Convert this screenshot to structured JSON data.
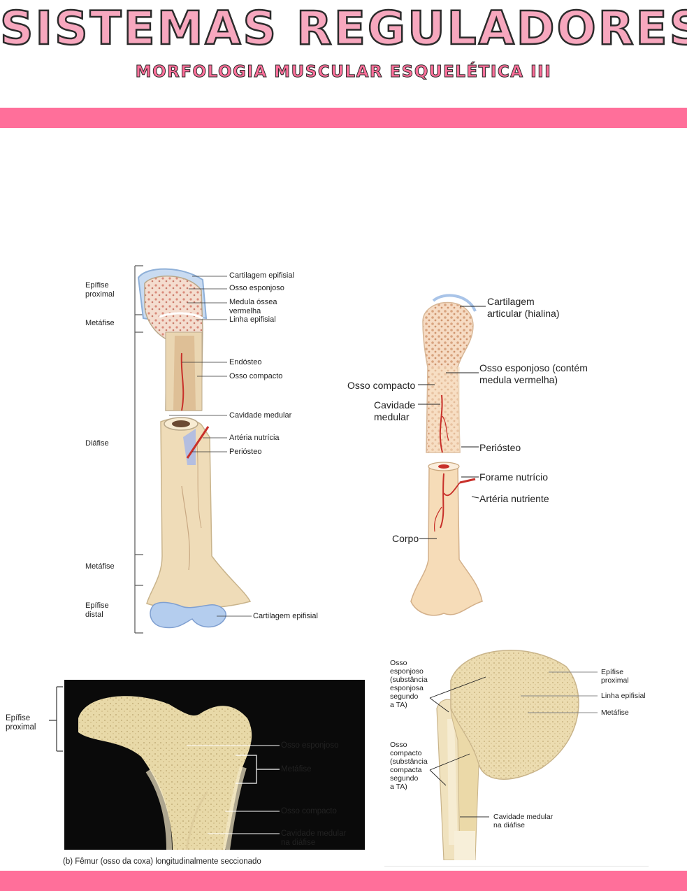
{
  "header": {
    "title": "SISTEMAS REGULADORES",
    "subtitle": "MORFOLOGIA MUSCULAR ESQUELÉTICA III"
  },
  "colors": {
    "accent": "#ff6f9a",
    "title_fill": "#f7a7be",
    "outline": "#2b2b2b",
    "bone": "#efdcb8",
    "artery": "#c8302a",
    "cartilage": "#a9c4e8",
    "photo_bg": "#0a0a0a"
  },
  "fig_a": {
    "regions": {
      "proximal_epiphysis": "Epífise\nproximal",
      "metaphysis_top": "Metáfise",
      "diaphysis": "Diáfise",
      "metaphysis_bottom": "Metáfise",
      "distal_epiphysis": "Epífise\ndistal"
    },
    "labels": {
      "epiphyseal_cartilage": "Cartilagem epifisial",
      "spongy_bone": "Osso esponjoso",
      "red_marrow": "Medula óssea\nvermelha",
      "epiphyseal_line": "Linha epifisial",
      "endosteum": "Endósteo",
      "compact_bone": "Osso compacto",
      "medullary_cavity": "Cavidade medular",
      "nutrient_artery": "Artéria nutrícia",
      "periosteum": "Periósteo",
      "epiphyseal_cartilage_distal": "Cartilagem epifisial"
    }
  },
  "fig_b": {
    "labels": {
      "articular_cartilage": "Cartilagem\narticular (hialina)",
      "spongy_bone": "Osso esponjoso (contém\nmedula vermelha)",
      "compact_bone": "Osso compacto",
      "medullary_cavity": "Cavidade\nmedular",
      "periosteum": "Periósteo",
      "nutrient_foramen": "Forame nutrício",
      "nutrient_artery": "Artéria nutriente",
      "body": "Corpo"
    }
  },
  "fig_c": {
    "bracket_label": "Epífise\nproximal",
    "labels": {
      "spongy_bone": "Osso esponjoso",
      "metaphysis": "Metáfise",
      "compact_bone": "Osso compacto",
      "medullary_cavity": "Cavidade medular\nna diáfise"
    },
    "caption": "(b) Fêmur (osso da coxa) longitudinalmente seccionado"
  },
  "fig_d": {
    "labels": {
      "spongy": "Osso\nesponjoso\n(substância\nesponjosa\nsegundo\na TA)",
      "compact": "Osso\ncompacto\n(substância\ncompacta\nsegundo\na TA)",
      "proximal_epiphysis": "Epífise\nproximal",
      "epiphyseal_line": "Linha epifisial",
      "metaphysis": "Metáfise",
      "medullary_cavity": "Cavidade medular\nna diáfise"
    }
  }
}
